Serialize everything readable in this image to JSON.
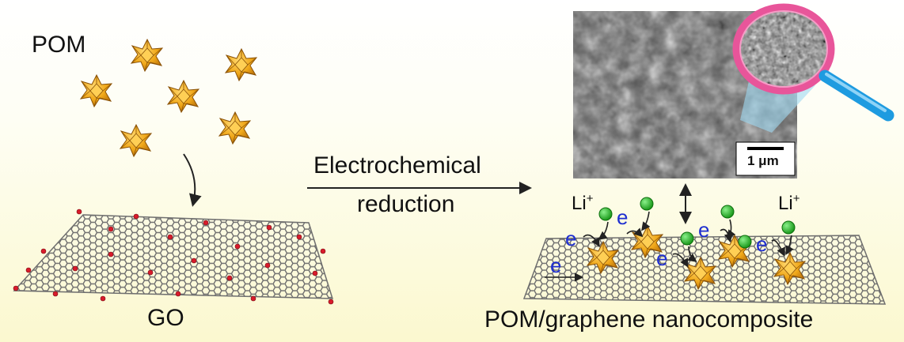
{
  "labels": {
    "pom": "POM",
    "go": "GO",
    "process_line1": "Electrochemical",
    "process_line2": "reduction",
    "product": "POM/graphene nanocomposite",
    "scale_bar": "1 μm",
    "ion": "Li",
    "ion_charge": "+",
    "electron": "e"
  },
  "colors": {
    "pom_polyhedra": "#f0a81a",
    "graphene_lattice": "#6e6e6e",
    "oxygen_groups": "#d81b2b",
    "lithium_ion": "#22b022",
    "electron": "#1f2fd0",
    "magnifier_ring": "#e8559a",
    "magnifier_handle": "#1e9be0"
  }
}
